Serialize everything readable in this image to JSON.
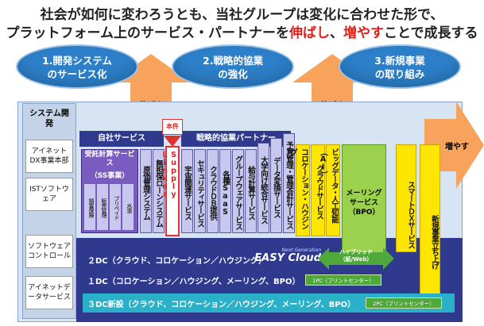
{
  "headline": {
    "line1": "社会が如何に変わろうとも、当社グループは変化に合わせた形で、",
    "line2_pre": "プラットフォーム上のサービス・パートナーを",
    "line2_red1": "伸ばし",
    "line2_mid": "、",
    "line2_red2": "増やす",
    "line2_post": "ことで成長する"
  },
  "ovals": [
    {
      "line1": "1.開発システム",
      "line2": "のサービス化"
    },
    {
      "line1": "2.戦略的協業",
      "line2": "の強化"
    },
    {
      "line1": "3.新規事業",
      "line2": "の取り組み"
    }
  ],
  "arrows": {
    "grow_label": "伸ばす",
    "increase_label": "増やす"
  },
  "left_panel": {
    "title": "システム開発",
    "items": [
      "アイネット DX事業本部",
      "ISTソフトウェア",
      "ソフトウェアコントロール",
      "アイネットデータサービス"
    ]
  },
  "sections": {
    "own_services": "自社サービス",
    "strategic_partners": "戦略的協業パートナー",
    "core_tag": "本件"
  },
  "ss_box": {
    "title": "受託計算サービス",
    "subtitle": "（SS事業）",
    "subs": [
      "損害保険",
      "販売管理",
      "プリペイド",
      "水道"
    ]
  },
  "own_cols": [
    "原価管理システム",
    "無担保ローンシステム",
    "Supply Linker"
  ],
  "partner_cols": [
    "宇宙関連サービス",
    "セキュリティサービス",
    "クラウドＤＢ提供",
    "各種SaaS",
    "グループウェアサービス",
    "給与計算サービス",
    "大学向け統合サービス",
    "データ変換サービス",
    "予算管理・管理会計サービス"
  ],
  "yellow_cols": [
    "コロケーション・ハウジング",
    "クラウドサービス",
    "ビッグデータ・人工知能（AI）"
  ],
  "bpo": {
    "line1": "メーリング",
    "line2": "サービス",
    "line3": "（BPO）"
  },
  "right_cols": [
    "スマートＤＸサービス",
    "新規事業立ち上げ"
  ],
  "easy_cloud": {
    "prefix": "Next Generation",
    "name": "EASY Cloud"
  },
  "hybrid": {
    "line1": "ハイブリッド",
    "line2": "（紙/Web）"
  },
  "dc_bands": [
    {
      "label": "２DC（クラウド、コロケーション／ハウジング）"
    },
    {
      "label": "１DC（コロケーション／ハウジング、メーリング、BPO）",
      "tag": "1PC（プリントセンター）"
    },
    {
      "label": "３DC新設（クラウド、コロケーション／ハウジング、メーリング、BPO）",
      "tag": "2PC（プリントセンター）"
    }
  ],
  "colors": {
    "navy": "#2f3a8f",
    "oval_blue": "#2c7fc8",
    "orange_arrow": "#f7a35c",
    "yellow": "#ffe600",
    "green": "#9bd14c",
    "lavender": "#c8c8ee",
    "purple_box": "#7a5cc0",
    "cyan_band": "#2ab0c8"
  }
}
